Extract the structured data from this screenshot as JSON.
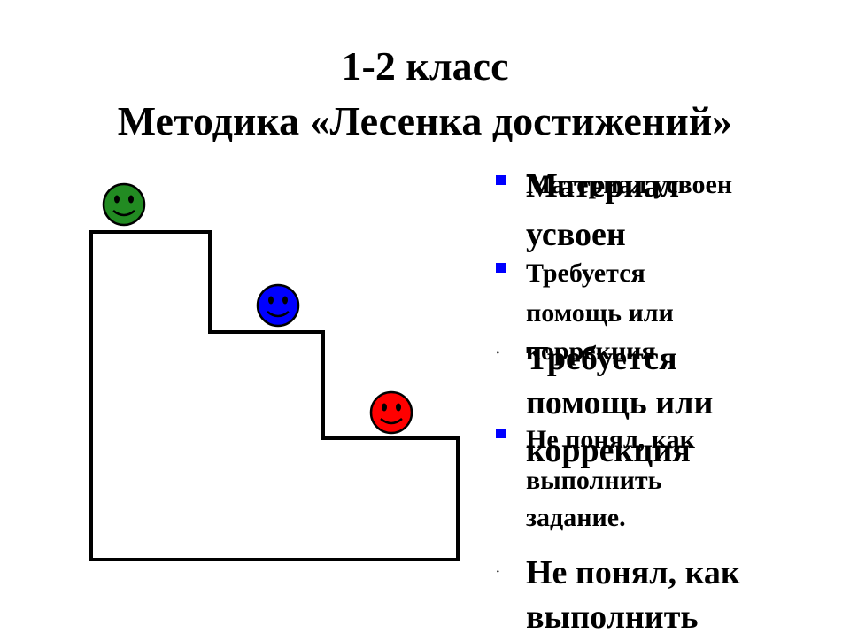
{
  "title": {
    "line1": "1-2 класс",
    "line2": "Методика «Лесенка достижений»"
  },
  "colors": {
    "accent": "#0000ff",
    "green_face": "#228b22",
    "blue_face": "#0000ff",
    "red_face": "#ff0000"
  },
  "icons": [
    "green-smiley-icon",
    "blue-smiley-icon",
    "red-smiley-icon"
  ],
  "legend_small": [
    {
      "lines": [
        "Материал усвоен"
      ]
    },
    {
      "lines": [
        "Требуется",
        "помощь или",
        "коррекция"
      ]
    },
    {
      "lines": [
        "Не понял, как",
        "выполнить",
        "задание."
      ]
    }
  ],
  "legend_large": [
    {
      "lines": [
        "Материал",
        "усвоен"
      ]
    },
    {
      "lines": [
        "Требуется",
        "помощь или",
        "коррекция"
      ]
    },
    {
      "lines": [
        "Не понял, как",
        "выполнить"
      ]
    }
  ]
}
